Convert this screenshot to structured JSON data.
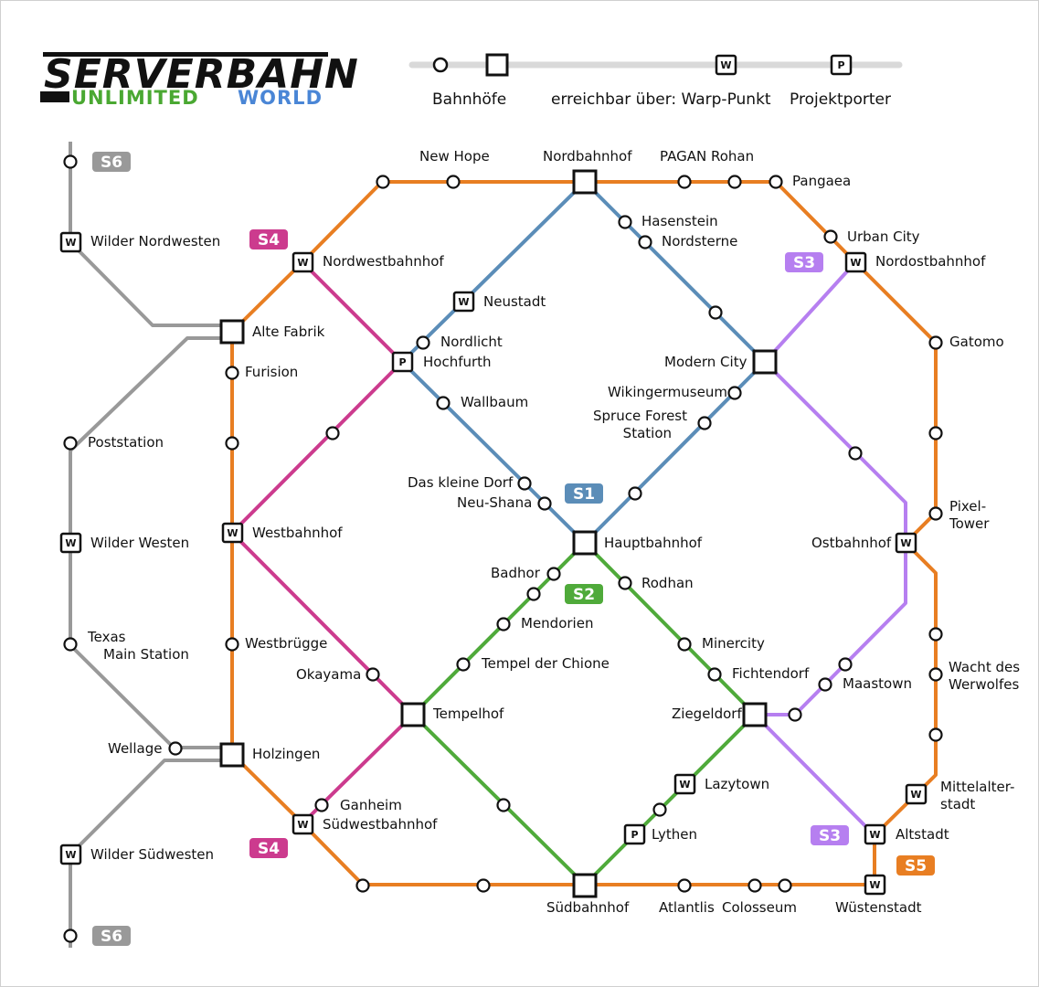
{
  "logo": {
    "top_text": "SERVERBAHN",
    "bottom_left": "UNLIMITED",
    "bottom_right": "WORLD",
    "colors": {
      "top": "#111111",
      "bottom_left": "#4aa832",
      "bottom_right": "#4a86d6"
    }
  },
  "legend": {
    "stations_label": "Bahnhöfe",
    "reachable_label": "erreichbar über: Warp-Punkt",
    "project_label": "Projektporter",
    "warp_symbol": "W",
    "porter_symbol": "P"
  },
  "lines": {
    "S1": {
      "label": "S1",
      "color": "#5b8db8"
    },
    "S2": {
      "label": "S2",
      "color": "#4faa3a"
    },
    "S3": {
      "label": "S3",
      "color": "#b67ff0"
    },
    "S4": {
      "label": "S4",
      "color": "#cc3b8e"
    },
    "S5": {
      "label": "S5",
      "color": "#e87e22"
    },
    "S6": {
      "label": "S6",
      "color": "#999999"
    }
  },
  "stations": {
    "new_hope": "New Hope",
    "nordbahnhof": "Nordbahnhof",
    "pagan_rohan": "PAGAN Rohan",
    "pangaea": "Pangaea",
    "hasenstein": "Hasenstein",
    "nordsterne": "Nordsterne",
    "urban_city": "Urban City",
    "nordostbahnhof": "Nordostbahnhof",
    "wilder_nordwesten": "Wilder Nordwesten",
    "nordwestbahnhof": "Nordwestbahnhof",
    "neustadt": "Neustadt",
    "alte_fabrik": "Alte Fabrik",
    "nordlicht": "Nordlicht",
    "hochfurth": "Hochfurth",
    "modern_city": "Modern City",
    "gatomo": "Gatomo",
    "furision": "Furision",
    "wallbaum": "Wallbaum",
    "wikingermuseum": "Wikingermuseum",
    "spruce_forest_1": "Spruce Forest",
    "spruce_forest_2": "Station",
    "poststation": "Poststation",
    "das_kleine_dorf": "Das kleine Dorf",
    "neu_shana": "Neu-Shana",
    "pixel_tower_1": "Pixel-",
    "pixel_tower_2": "Tower",
    "westbahnhof": "Westbahnhof",
    "wilder_westen": "Wilder Westen",
    "hauptbahnhof": "Hauptbahnhof",
    "ostbahnhof": "Ostbahnhof",
    "badhor": "Badhor",
    "rodhan": "Rodhan",
    "mendorien": "Mendorien",
    "texas_1": "Texas",
    "texas_2": "Main Station",
    "westbruegge": "Westbrügge",
    "minercity": "Minercity",
    "tempel_der_chione": "Tempel der Chione",
    "wacht_1": "Wacht des",
    "wacht_2": "Werwolfes",
    "okayama": "Okayama",
    "fichtendorf": "Fichtendorf",
    "maastown": "Maastown",
    "tempelhof": "Tempelhof",
    "ziegeldorf": "Ziegeldorf",
    "wellage": "Wellage",
    "holzingen": "Holzingen",
    "lazytown": "Lazytown",
    "mittelalter_1": "Mittelalter-",
    "mittelalter_2": "stadt",
    "ganheim": "Ganheim",
    "suedwestbahnhof": "Südwestbahnhof",
    "lythen": "Lythen",
    "altstadt": "Altstadt",
    "wilder_suedwesten": "Wilder Südwesten",
    "suedbahnhof": "Südbahnhof",
    "atlantlis": "Atlantlis",
    "colosseum": "Colosseum",
    "wuestenstadt": "Wüstenstadt"
  }
}
